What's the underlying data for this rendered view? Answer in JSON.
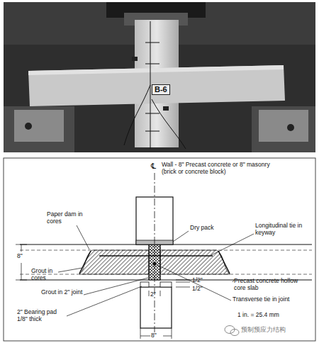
{
  "diagram": {
    "labels": [
      "B-6",
      "℄",
      "Wall - 8\" Precast concrete or 8\" masonry (brick or concrete block)",
      "Paper dam in cores",
      "Dry pack",
      "Longitudinal tie in keyway",
      "8\"",
      "Grout in cores",
      "Precast concrete hollow core slab",
      "Grout in 2\" joint",
      "1/2\"",
      "2\"",
      "1/2\"",
      "Transverse tie in joint",
      "2\" Bearing pad 1/8\" thick",
      "1 in. = 25.4 mm",
      "8\"",
      "预制预应力结构"
    ]
  }
}
